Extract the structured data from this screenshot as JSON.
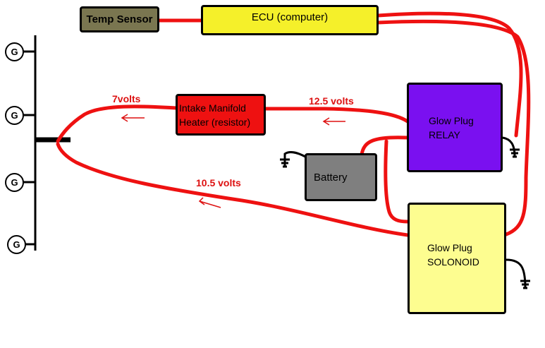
{
  "components": {
    "temp_sensor": "Temp Sensor",
    "ecu": "ECU (computer)",
    "manifold_line1": "Intake Manifold",
    "manifold_line2": "Heater (resistor)",
    "relay_line1": "Glow Plug",
    "relay_line2": "RELAY",
    "battery": "Battery",
    "solenoid_line1": "Glow Plug",
    "solenoid_line2": "SOLONOID"
  },
  "glow_plugs": [
    "G",
    "G",
    "G",
    "G"
  ],
  "voltages": {
    "manifold_out": "7volts",
    "relay_out": "12.5 volts",
    "solenoid_out": "10.5 volts"
  },
  "colors": {
    "wire": "#ee1111",
    "temp_sensor": "#7a7650",
    "ecu": "#f5f02a",
    "manifold": "#ee1111",
    "relay": "#7a10f0",
    "battery": "#7f7f7f",
    "solenoid": "#fdfd90"
  }
}
